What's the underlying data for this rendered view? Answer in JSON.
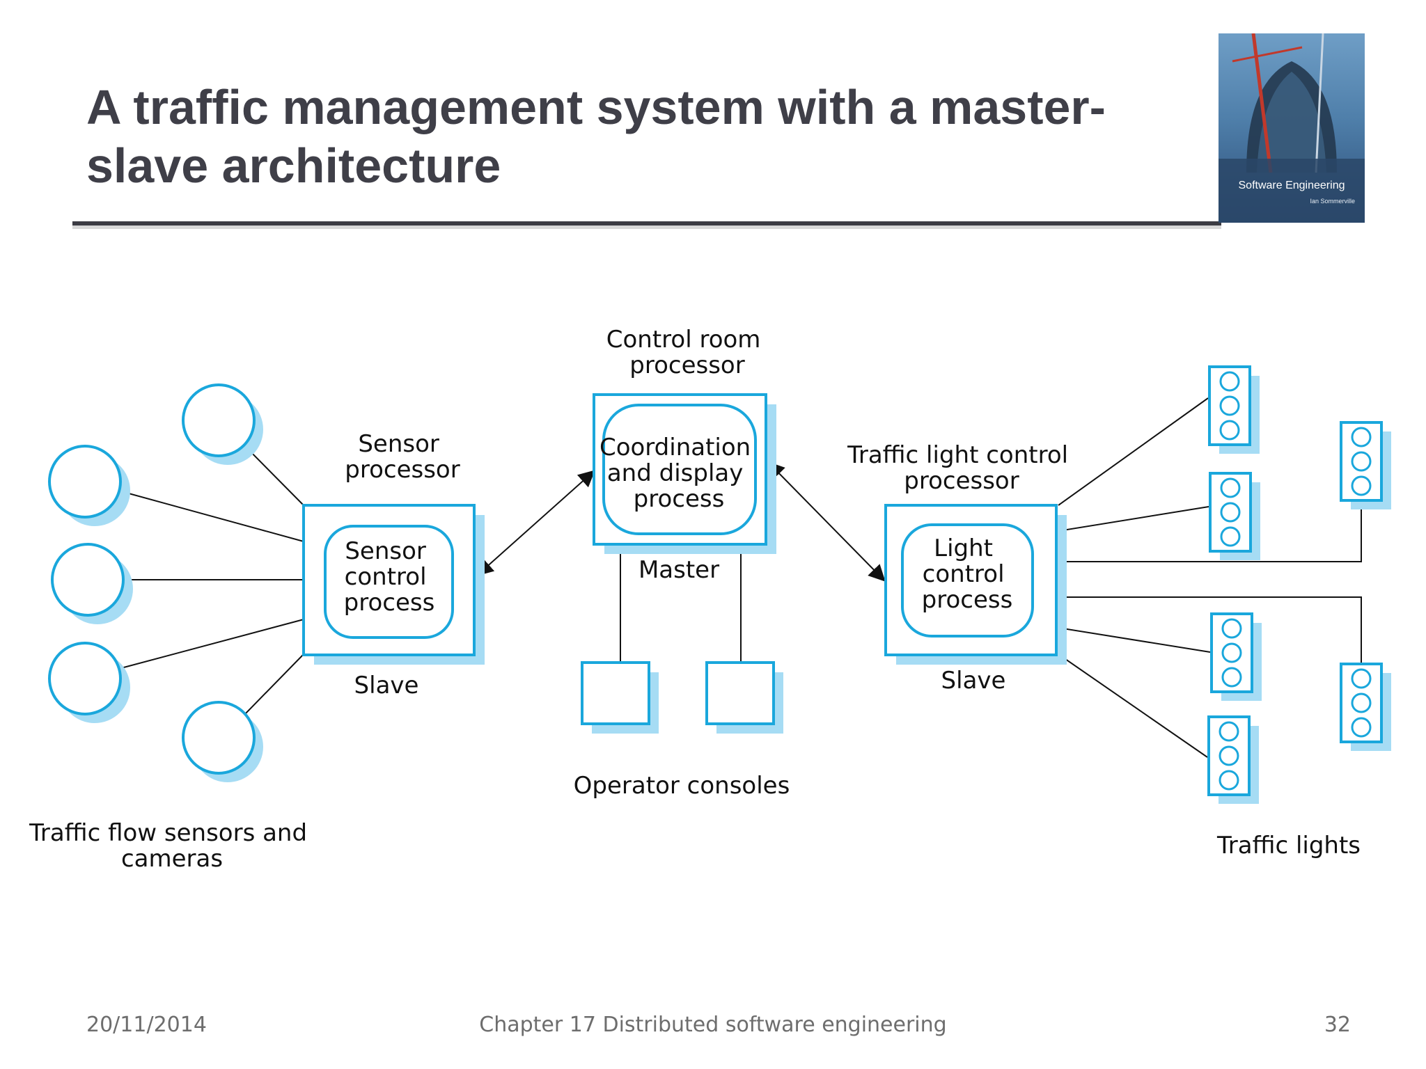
{
  "slide": {
    "title": "A traffic management system with a master-slave architecture"
  },
  "cover": {
    "title": "Software Engineering",
    "author": "Ian Sommerville"
  },
  "diagram": {
    "control_room_label": [
      "Control room",
      "processor"
    ],
    "master_process": [
      "Coordination",
      "and display",
      "process"
    ],
    "master_label": "Master",
    "sensor_processor_label": [
      "Sensor",
      "processor"
    ],
    "sensor_process": [
      "Sensor",
      "control",
      "process"
    ],
    "sensor_slave_label": "Slave",
    "light_processor_label": [
      "Traffic light control",
      "processor"
    ],
    "light_process": [
      "Light",
      "control",
      "process"
    ],
    "light_slave_label": "Slave",
    "operator_consoles_label": "Operator consoles",
    "sensors_label": [
      "Traffic flow sensors and",
      "cameras"
    ],
    "traffic_lights_label": "Traffic lights"
  },
  "footer": {
    "date": "20/11/2014",
    "chapter": "Chapter 17 Distributed software engineering",
    "page": "32"
  },
  "colors": {
    "accent": "#1aa7dc",
    "shadow": "#a6dcf4",
    "title": "#3f3f48"
  }
}
